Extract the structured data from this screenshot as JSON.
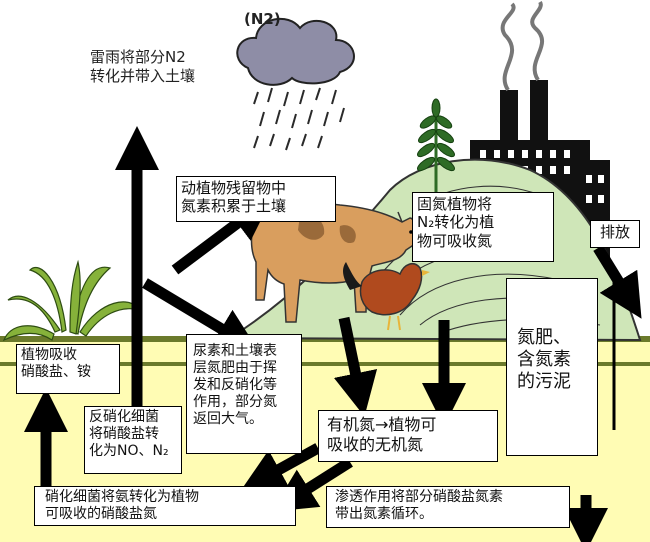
{
  "cloud_label": "(N2)",
  "labels": {
    "lightning": "雷雨将部分N2\n转化并带入土壤",
    "residue": "动植物残留物中\n氮素积累于土壤",
    "fixation": "固氮植物将\nN₂转化为植\n物可吸收氮",
    "emission": "排放",
    "fertilizer": "氮肥、\n含氮素\n的污泥",
    "plant_uptake": "植物吸收\n硝酸盐、铵",
    "urea": "尿素和土壤表\n层氮肥由于挥\n发和反硝化等\n作用，部分氮\n返回大气。",
    "denitrify": "反硝化细菌\n将硝酸盐转\n化为NO、N₂",
    "mineral": "有机氮→植物可\n吸收的无机氮",
    "nitrify": "硝化细菌将氨转化为植物\n可吸收的硝酸盐氮",
    "leach": "渗透作用将部分硝酸盐氮素\n带出氮素循环。"
  },
  "colors": {
    "soil": "#fffcb4",
    "grass": "#86b23a",
    "hill": "#cfe6b8",
    "cloud": "#8e8da6",
    "rain": "#2a2a2a"
  }
}
